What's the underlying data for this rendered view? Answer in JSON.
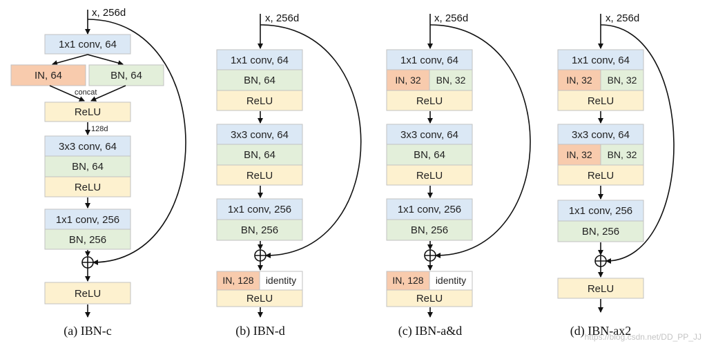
{
  "colors": {
    "conv": "#dbe8f5",
    "bn": "#e3efda",
    "relu": "#fdf1cf",
    "in": "#f8cbad",
    "identity": "#ffffff",
    "border": "#c2c2c2",
    "line": "#111111"
  },
  "input_label": "x, 256d",
  "watermark": "https://blog.csdn.net/DD_PP_JJ",
  "panels": [
    {
      "caption": "(a) IBN-c",
      "boxes": [
        {
          "label": "1x1 conv, 64",
          "kind": "conv"
        },
        {
          "label": "IN, 64",
          "kind": "in"
        },
        {
          "label": "BN, 64",
          "kind": "bn"
        },
        {
          "label": "ReLU",
          "kind": "relu"
        },
        {
          "label": "3x3 conv, 64",
          "kind": "conv"
        },
        {
          "label": "BN, 64",
          "kind": "bn"
        },
        {
          "label": "ReLU",
          "kind": "relu"
        },
        {
          "label": "1x1 conv, 256",
          "kind": "conv"
        },
        {
          "label": "BN, 256",
          "kind": "bn"
        },
        {
          "label": "ReLU",
          "kind": "relu"
        }
      ],
      "annotations": [
        "concat",
        "128d"
      ]
    },
    {
      "caption": "(b) IBN-d",
      "boxes": [
        {
          "label": "1x1 conv, 64",
          "kind": "conv"
        },
        {
          "label": "BN, 64",
          "kind": "bn"
        },
        {
          "label": "ReLU",
          "kind": "relu"
        },
        {
          "label": "3x3 conv, 64",
          "kind": "conv"
        },
        {
          "label": "BN, 64",
          "kind": "bn"
        },
        {
          "label": "ReLU",
          "kind": "relu"
        },
        {
          "label": "1x1 conv, 256",
          "kind": "conv"
        },
        {
          "label": "BN, 256",
          "kind": "bn"
        },
        {
          "label": "IN, 128",
          "kind": "in"
        },
        {
          "label": "identity",
          "kind": "identity"
        },
        {
          "label": "ReLU",
          "kind": "relu"
        }
      ]
    },
    {
      "caption": "(c) IBN-a&d",
      "boxes": [
        {
          "label": "1x1 conv, 64",
          "kind": "conv"
        },
        {
          "label": "IN, 32",
          "kind": "in"
        },
        {
          "label": "BN, 32",
          "kind": "bn"
        },
        {
          "label": "ReLU",
          "kind": "relu"
        },
        {
          "label": "3x3 conv, 64",
          "kind": "conv"
        },
        {
          "label": "BN, 64",
          "kind": "bn"
        },
        {
          "label": "ReLU",
          "kind": "relu"
        },
        {
          "label": "1x1 conv, 256",
          "kind": "conv"
        },
        {
          "label": "BN, 256",
          "kind": "bn"
        },
        {
          "label": "IN, 128",
          "kind": "in"
        },
        {
          "label": "identity",
          "kind": "identity"
        },
        {
          "label": "ReLU",
          "kind": "relu"
        }
      ]
    },
    {
      "caption": "(d) IBN-ax2",
      "boxes": [
        {
          "label": "1x1 conv, 64",
          "kind": "conv"
        },
        {
          "label": "IN, 32",
          "kind": "in"
        },
        {
          "label": "BN, 32",
          "kind": "bn"
        },
        {
          "label": "ReLU",
          "kind": "relu"
        },
        {
          "label": "3x3 conv, 64",
          "kind": "conv"
        },
        {
          "label": "IN, 32",
          "kind": "in"
        },
        {
          "label": "BN, 32",
          "kind": "bn"
        },
        {
          "label": "ReLU",
          "kind": "relu"
        },
        {
          "label": "1x1 conv, 256",
          "kind": "conv"
        },
        {
          "label": "BN, 256",
          "kind": "bn"
        },
        {
          "label": "ReLU",
          "kind": "relu"
        }
      ]
    }
  ]
}
